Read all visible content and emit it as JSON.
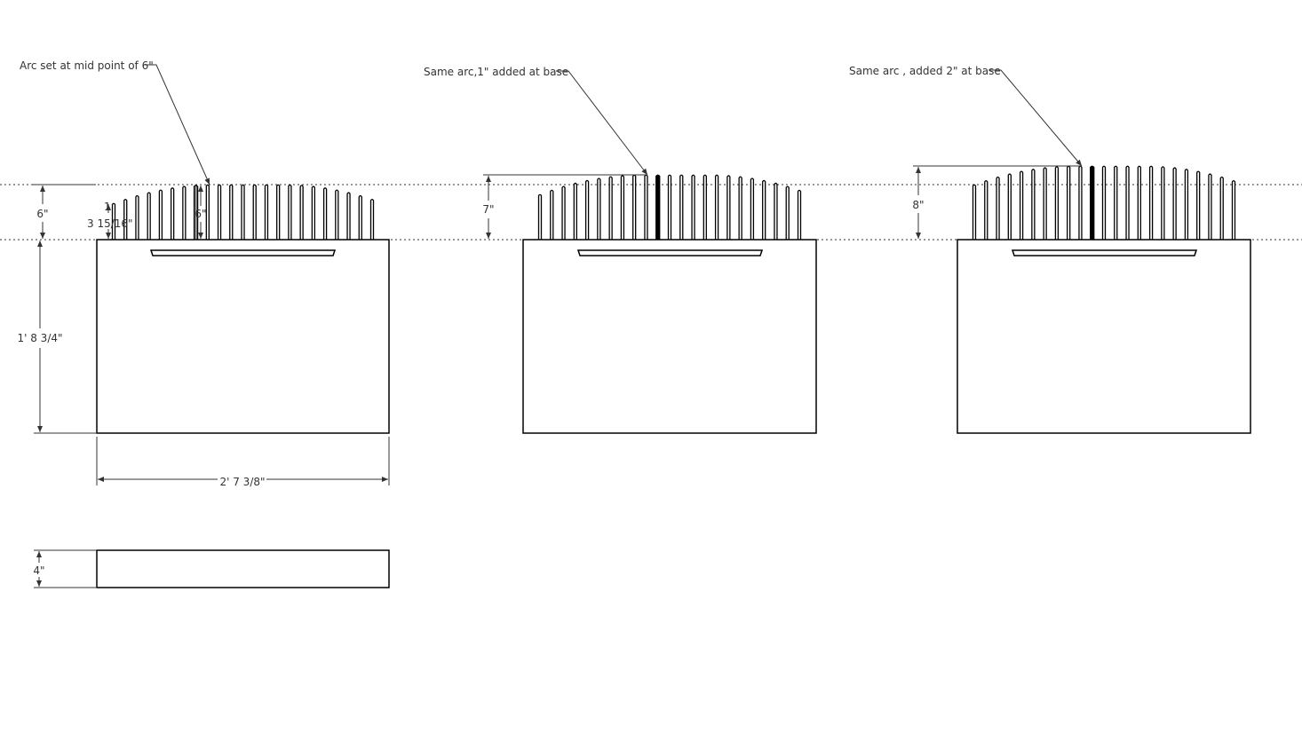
{
  "annotations": {
    "panel1": "Arc set at mid point of 6\"",
    "panel2": "Same arc,1\" added at base",
    "panel3": "Same arc , added 2\" at base"
  },
  "dimensions": {
    "pin_height_1": "6\"",
    "base_height": "1' 8 3/4\"",
    "base_width": "2' 7 3/8\"",
    "base_depth": "4\"",
    "end_pin_height": "3 15/16\"",
    "center_pin_height": "6\"",
    "end_tick": "1",
    "pin_height_2": "7\"",
    "pin_height_3": "8\""
  },
  "pin_count": 23
}
